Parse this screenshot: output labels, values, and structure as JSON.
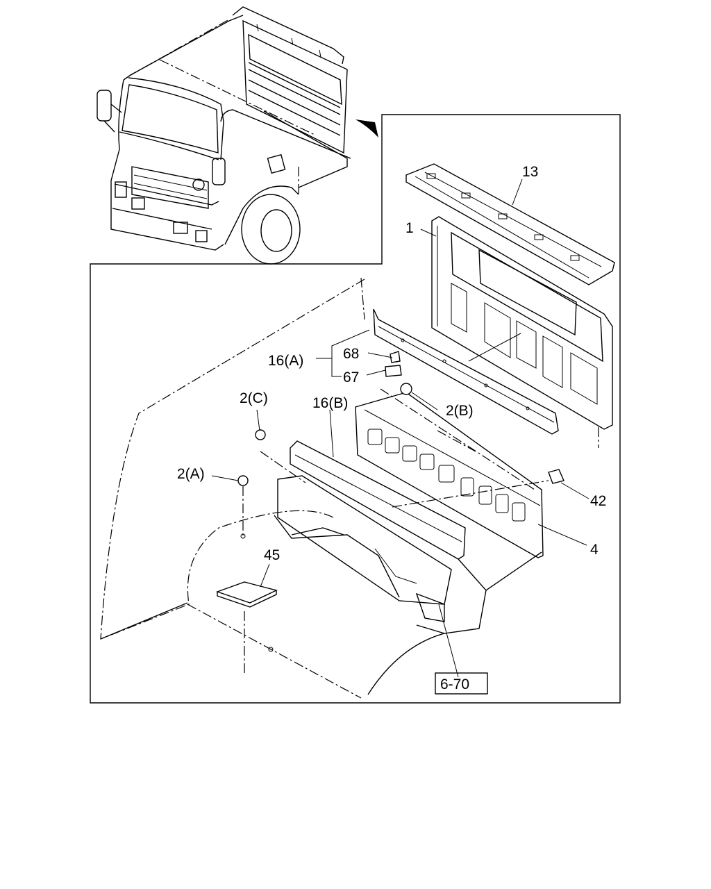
{
  "callouts": [
    {
      "id": "13",
      "text": "13"
    },
    {
      "id": "1",
      "text": "1"
    },
    {
      "id": "16a",
      "text": "16(A)"
    },
    {
      "id": "68",
      "text": "68"
    },
    {
      "id": "67",
      "text": "67"
    },
    {
      "id": "2c",
      "text": "2(C)"
    },
    {
      "id": "16b",
      "text": "16(B)"
    },
    {
      "id": "2b",
      "text": "2(B)"
    },
    {
      "id": "2a",
      "text": "2(A)"
    },
    {
      "id": "42",
      "text": "42"
    },
    {
      "id": "4",
      "text": "4"
    },
    {
      "id": "45",
      "text": "45"
    },
    {
      "id": "ref",
      "text": "6-70"
    }
  ]
}
